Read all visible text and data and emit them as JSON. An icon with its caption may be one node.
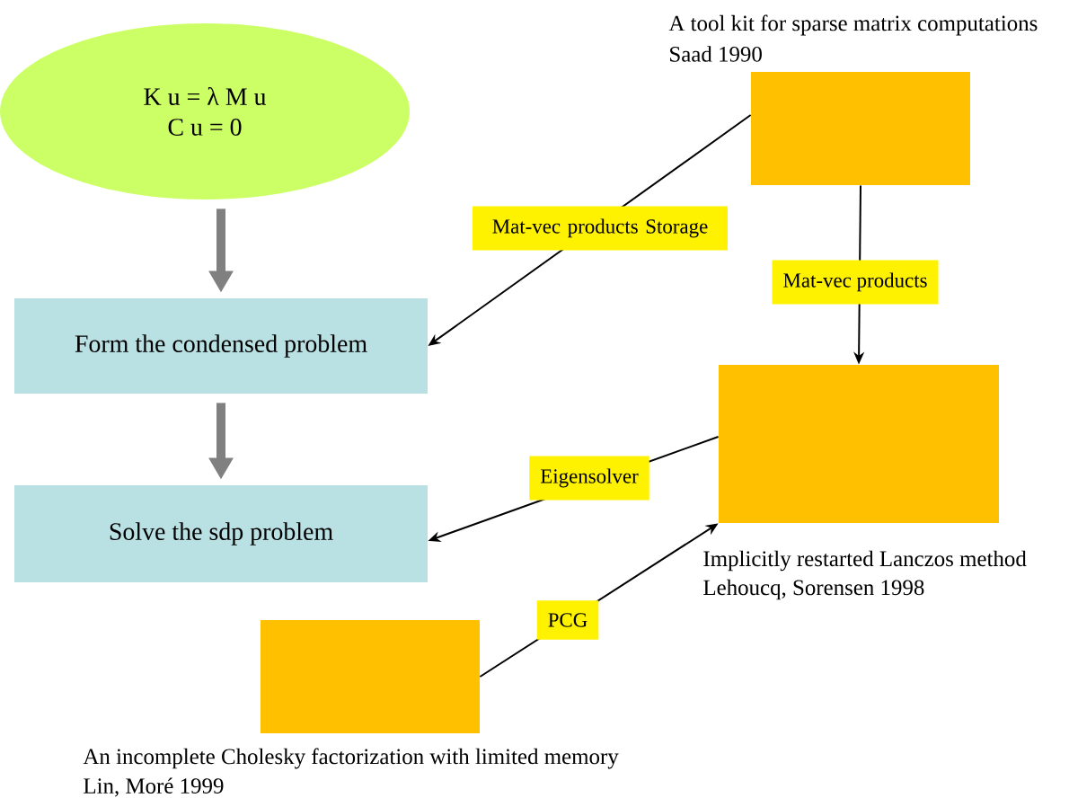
{
  "diagram": {
    "nodes": [
      {
        "text": [
          "K u = λ M u",
          "C u = 0"
        ]
      },
      {
        "text": [
          "Form the condensed problem"
        ]
      },
      {
        "text": [
          "Solve the sdp problem"
        ]
      },
      {
        "text": [],
        "shape": "box",
        "beside": [
          "A tool kit for sparse matrix computations",
          "Saad 1990"
        ]
      },
      {
        "text": [],
        "shape": "box",
        "beside": [
          "Implicitly restarted Lanczos method",
          "Lehoucq, Sorensen 1998"
        ]
      },
      {
        "text": [],
        "shape": "box",
        "beside": [
          "An incomplete Cholesky factorization with limited memory",
          "Lin, Moré 1999"
        ]
      }
    ],
    "edges": [
      {
        "from": 0,
        "to": 1,
        "arrow": "to",
        "style": "thick",
        "color": "#808080"
      },
      {
        "from": 1,
        "to": 2,
        "arrow": "to",
        "style": "thick",
        "color": "#808080"
      },
      {
        "from": 3,
        "to": 1,
        "arrow": "to",
        "label": "Mat-vec products Storage"
      },
      {
        "from": 3,
        "to": 4,
        "arrow": "to",
        "label": "Mat-vec products"
      },
      {
        "from": 4,
        "to": 2,
        "arrow": "to",
        "label": "Eigensolver"
      },
      {
        "from": 5,
        "to": 4,
        "arrow": "to",
        "label": "PCG"
      }
    ]
  }
}
